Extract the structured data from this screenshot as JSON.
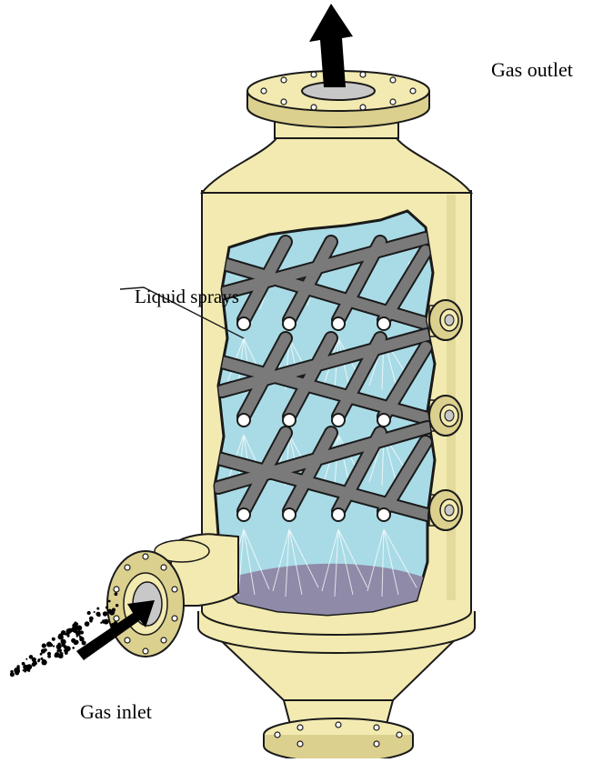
{
  "labels": {
    "gas_outlet": "Gas outlet",
    "liquid_sprays": "Liquid sprays",
    "gas_inlet": "Gas inlet"
  },
  "colors": {
    "shell": "#f2eab0",
    "shell_dark": "#dcd08e",
    "outline": "#1a1a1a",
    "liquid": "#a9dbe6",
    "liquid_pool": "#8e8aa8",
    "pipe": "#6f6f6f",
    "pipe_light": "#9a9a9a",
    "arrow": "#000000"
  }
}
